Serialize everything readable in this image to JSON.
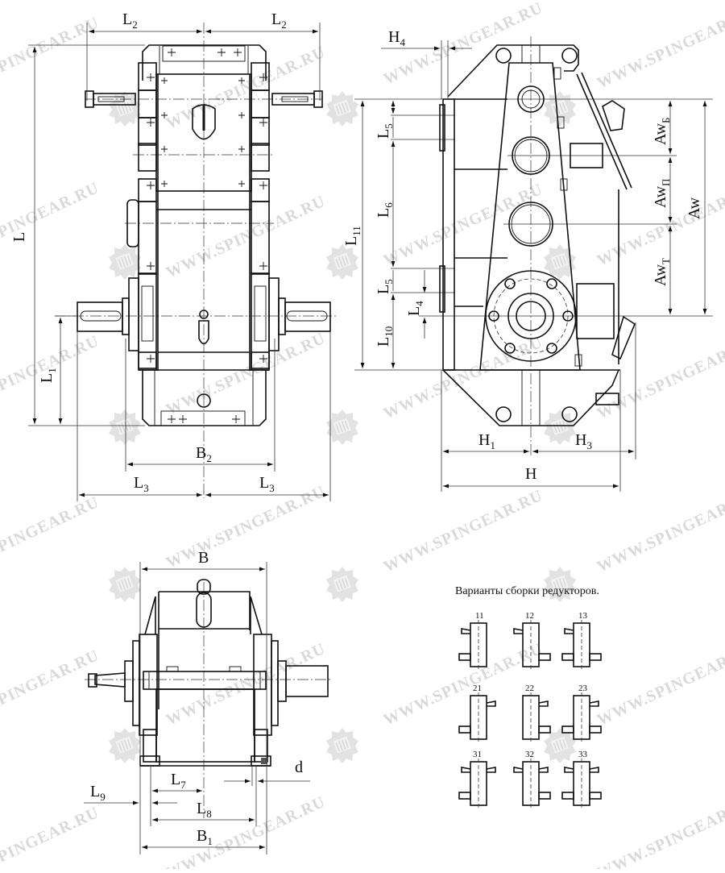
{
  "drawing": {
    "title": "Gear reducer dimensional drawing",
    "watermark_text": "WWW.SPINGEAR.RU",
    "watermark_partial": "SPINGEAR.RU",
    "line_color": "#111111",
    "watermark_color": "#d9d9d9"
  },
  "front_view": {
    "dims": {
      "L2_left": {
        "main": "L",
        "sub": "2"
      },
      "L2_right": {
        "main": "L",
        "sub": "2"
      },
      "L": {
        "main": "L",
        "sub": ""
      },
      "L1": {
        "main": "L",
        "sub": "1"
      },
      "B2": {
        "main": "B",
        "sub": "2"
      },
      "L3_left": {
        "main": "L",
        "sub": "3"
      },
      "L3_right": {
        "main": "L",
        "sub": "3"
      }
    }
  },
  "side_view": {
    "dims": {
      "H4": {
        "main": "H",
        "sub": "4"
      },
      "L5_top": {
        "main": "L",
        "sub": "5"
      },
      "L6": {
        "main": "L",
        "sub": "6"
      },
      "L11": {
        "main": "L",
        "sub": "11"
      },
      "L5_bottom": {
        "main": "L",
        "sub": "5"
      },
      "L4": {
        "main": "L",
        "sub": "4"
      },
      "L10": {
        "main": "L",
        "sub": "10"
      },
      "AwB": {
        "main": "Aw",
        "sub": "Б"
      },
      "AwP": {
        "main": "Aw",
        "sub": "П"
      },
      "AwT": {
        "main": "Aw",
        "sub": "Т"
      },
      "Aw": {
        "main": "Aw",
        "sub": ""
      },
      "H1": {
        "main": "H",
        "sub": "1"
      },
      "H3": {
        "main": "H",
        "sub": "3"
      },
      "H": {
        "main": "H",
        "sub": ""
      }
    }
  },
  "top_view": {
    "dims": {
      "B": {
        "main": "B",
        "sub": ""
      },
      "d": {
        "main": "d",
        "sub": ""
      },
      "L7": {
        "main": "L",
        "sub": "7"
      },
      "L9": {
        "main": "L",
        "sub": "9"
      },
      "L8": {
        "main": "L",
        "sub": "8"
      },
      "B1": {
        "main": "B",
        "sub": "1"
      }
    }
  },
  "assembly_variants": {
    "caption": "Варианты сборки редукторов.",
    "items": [
      {
        "id": "11",
        "label": "11"
      },
      {
        "id": "12",
        "label": "12"
      },
      {
        "id": "13",
        "label": "13"
      },
      {
        "id": "21",
        "label": "21"
      },
      {
        "id": "22",
        "label": "22"
      },
      {
        "id": "23",
        "label": "23"
      },
      {
        "id": "31",
        "label": "31"
      },
      {
        "id": "32",
        "label": "32"
      },
      {
        "id": "33",
        "label": "33"
      }
    ]
  }
}
